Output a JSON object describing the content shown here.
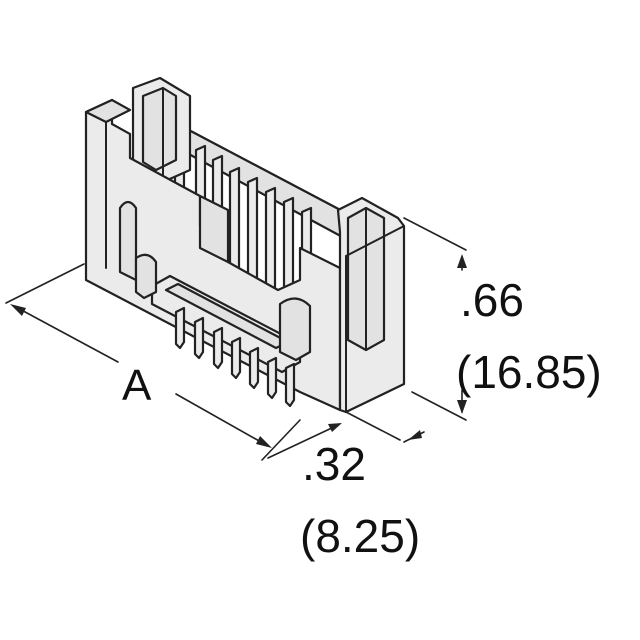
{
  "drawing": {
    "width_label": "A",
    "height_inch": ".66",
    "height_mm": "(16.85)",
    "depth_inch": ".32",
    "depth_mm": "(8.25)"
  }
}
